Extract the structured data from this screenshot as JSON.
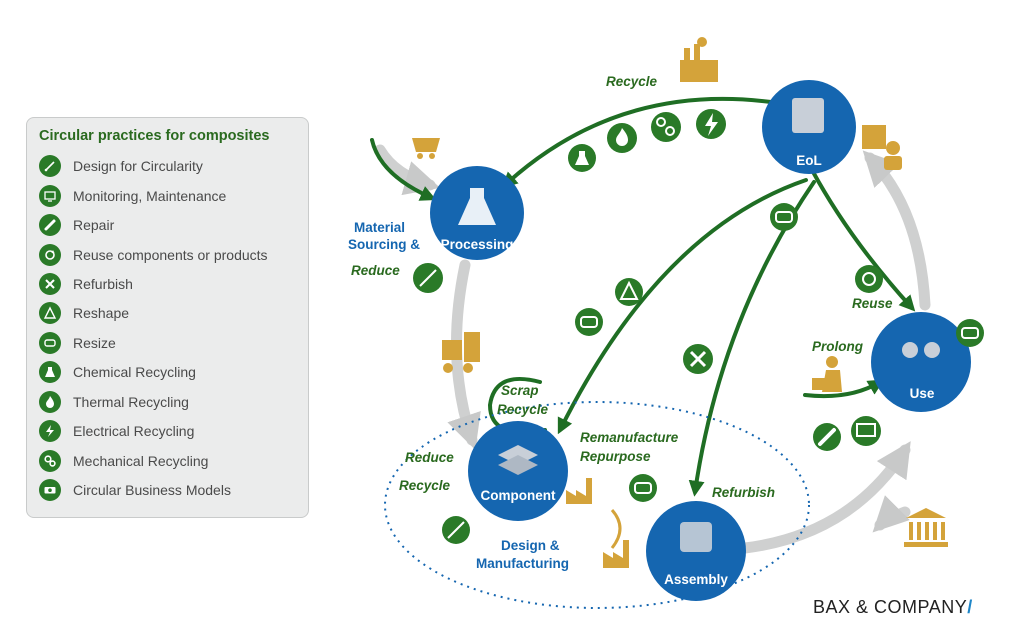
{
  "legend": {
    "title": "Circular practices for composites",
    "items": [
      {
        "label": "Design for Circularity",
        "icon": "ruler-pencil-icon"
      },
      {
        "label": "Monitoring, Maintenance",
        "icon": "monitor-icon"
      },
      {
        "label": "Repair",
        "icon": "pencil-icon"
      },
      {
        "label": "Reuse components or products",
        "icon": "recycle-arrows-icon"
      },
      {
        "label": "Refurbish",
        "icon": "tools-icon"
      },
      {
        "label": "Reshape",
        "icon": "triangle-icon"
      },
      {
        "label": "Resize",
        "icon": "resize-icon"
      },
      {
        "label": "Chemical Recycling",
        "icon": "flask-icon"
      },
      {
        "label": "Thermal Recycling",
        "icon": "flame-icon"
      },
      {
        "label": "Electrical Recycling",
        "icon": "lightning-icon"
      },
      {
        "label": "Mechanical Recycling",
        "icon": "gears-icon"
      },
      {
        "label": "Circular Business Models",
        "icon": "money-icon"
      }
    ]
  },
  "nodes": {
    "eol": "EoL",
    "material_line1": "Material",
    "material_line2": "Sourcing &",
    "processing": "Processing",
    "use": "Use",
    "component": "Component",
    "assembly": "Assembly"
  },
  "labels": {
    "recycle_top": "Recycle",
    "reduce_left": "Reduce",
    "reuse": "Reuse",
    "prolong": "Prolong",
    "scrap": "Scrap",
    "scrap_recycle": "Recycle",
    "reduce_comp": "Reduce",
    "recycle_comp": "Recycle",
    "remanufacture": "Remanufacture",
    "repurpose": "Repurpose",
    "refurbish": "Refurbish",
    "design": "Design &",
    "manufacturing": "Manufacturing"
  },
  "brand": {
    "name": "BAX & COMPANY",
    "slash": "/"
  },
  "colors": {
    "blue": "#1566b0",
    "green": "#2a7a28",
    "gold": "#d4a33a",
    "gray": "#cfd0d0"
  }
}
